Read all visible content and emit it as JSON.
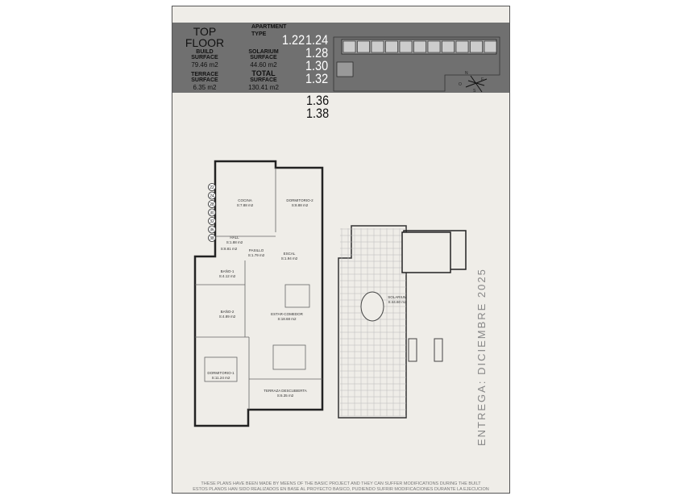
{
  "header": {
    "floor": [
      "TOP",
      "FLOOR"
    ],
    "apartment_type_label": [
      "APARTMENT",
      "TYPE"
    ],
    "build_surface": {
      "label": [
        "BUILD",
        "SURFACE"
      ],
      "value": "79.46 m2"
    },
    "solarium_surface": {
      "label": [
        "SOLARIUM",
        "SURFACE"
      ],
      "value": "44.60 m2"
    },
    "terrace_surface": {
      "label": [
        "TERRACE",
        "SURFACE"
      ],
      "value": "6.35 m2"
    },
    "total_surface": {
      "label": [
        "TOTAL",
        "SURFACE"
      ],
      "value": "130.41 m2"
    },
    "types_white": [
      "1.22",
      "1.24",
      "1.28",
      "1.30",
      "1.32"
    ],
    "types_black": [
      "1.36",
      "1.38"
    ]
  },
  "compass": [
    "N",
    "E",
    "S",
    "O"
  ],
  "unit_markers": [
    "22",
    "24",
    "28",
    "30",
    "32",
    "36",
    "38"
  ],
  "rooms": [
    {
      "name": "COCINA",
      "area": "S:7.88 m2"
    },
    {
      "name": "DORMITORIO-2",
      "area": "S:8.88 m2"
    },
    {
      "name": "HALL",
      "area": "S:1.88 m2"
    },
    {
      "name": "",
      "area": "S:8.81 m2"
    },
    {
      "name": "PASILLO",
      "area": "S:1.79 m2"
    },
    {
      "name": "ESCAL",
      "area": "S:1.94 m2"
    },
    {
      "name": "BAÑO-1",
      "area": "S:4.12 m2"
    },
    {
      "name": "BAÑO-2",
      "area": "S:4.89 m2"
    },
    {
      "name": "ESTAR-COMEDOR",
      "area": "S:18.68 m2"
    },
    {
      "name": "DORMITORIO-1",
      "area": "S:11.24 m2"
    },
    {
      "name": "TERRAZA DESCUBIERTA",
      "area": "S:6.35 m2"
    },
    {
      "name": "SOLARIUM",
      "area": "S:44.60 m2"
    }
  ],
  "delivery": "ENTREGA: DICIEMBRE 2025",
  "footer": [
    "THESE PLANS HAVE BEEN MADE BY MEENS OF THE BASIC PROJECT AND THEY CAN SUFFER MODIFICATIONS DURING THE BUILT",
    "ESTOS PLANOS HAN SIDO REALIZADOS EN BASE AL PROYECTO BASICO, PUDIENDO SUFRIR MODIFICACIONES DURANTE LA EJECUCION"
  ]
}
